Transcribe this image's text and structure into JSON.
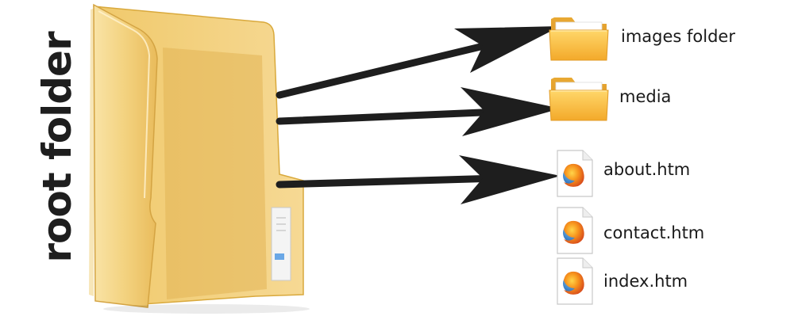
{
  "root": {
    "label": "root folder"
  },
  "children": [
    {
      "label": "images folder",
      "kind": "folder",
      "icon": "folder-icon"
    },
    {
      "label": "media",
      "kind": "folder",
      "icon": "folder-icon"
    },
    {
      "label": "about.htm",
      "kind": "file",
      "icon": "firefox-html-file-icon"
    },
    {
      "label": "contact.htm",
      "kind": "file",
      "icon": "firefox-html-file-icon"
    },
    {
      "label": "index.htm",
      "kind": "file",
      "icon": "firefox-html-file-icon"
    }
  ],
  "colors": {
    "background": "#ffffff",
    "folder": "#f2cd72",
    "folder_dark": "#d9a93c",
    "arrow": "#1e1e1e",
    "text": "#1a1a1a"
  }
}
